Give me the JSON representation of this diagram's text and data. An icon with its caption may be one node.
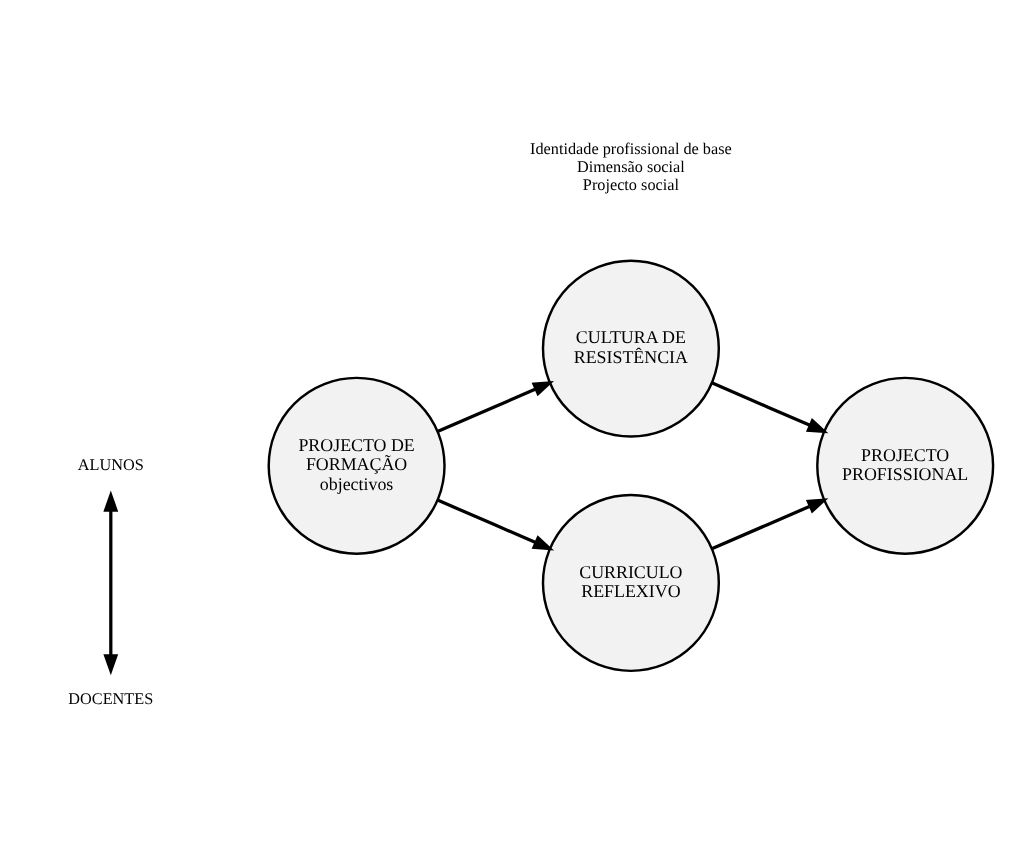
{
  "diagram": {
    "nodes": [
      {
        "text": [
          "ALUNOS"
        ]
      },
      {
        "text": [
          "CULTURA DE RESISTÊNCIA"
        ]
      },
      {
        "text": [
          "PROJECTO DE FORMAÇÃO",
          "objectivos"
        ]
      },
      {
        "text": [
          "PROJECTO PROFISSIONAL"
        ]
      },
      {
        "text": [
          "CURRICULO REFLEXIVO"
        ]
      },
      {
        "text": [
          "DOCENTES"
        ]
      }
    ],
    "edges": [
      {
        "from": 5,
        "to": 0,
        "arrow": "both"
      },
      {
        "from": 2,
        "to": 1,
        "arrow": "to"
      },
      {
        "from": 1,
        "to": 3,
        "arrow": "to"
      },
      {
        "from": 2,
        "to": 4,
        "arrow": "to"
      },
      {
        "from": 4,
        "to": 3,
        "arrow": "to"
      }
    ],
    "labels": [
      "Identidade profissional de base",
      "Dimensão social",
      "Projecto social"
    ]
  }
}
